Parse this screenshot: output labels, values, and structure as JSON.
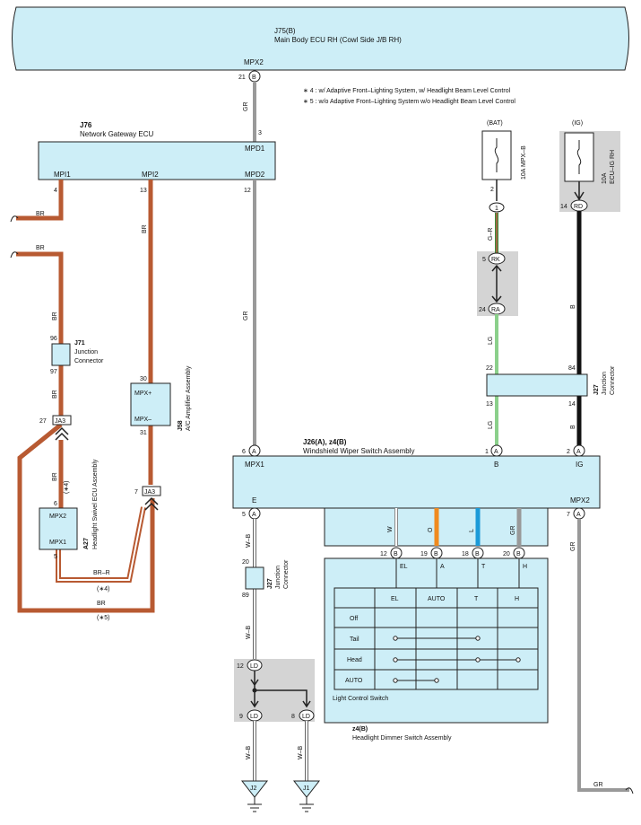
{
  "notes": {
    "n4": "∗ 4 : w/ Adaptive Front–Lighting System,  w/ Headlight Beam Level Control",
    "n5": "∗ 5 : w/o Adaptive Front–Lighting System w/o Headlight Beam Level Control"
  },
  "components": {
    "j75": {
      "ref": "J75(B)",
      "name": "Main Body ECU RH (Cowl Side J/B RH)",
      "pin_label": "MPX2",
      "pin": "21",
      "pin_conn": "B"
    },
    "j76": {
      "ref": "J76",
      "name": "Network Gateway ECU",
      "mpd1": "MPD1",
      "mpi1": "MPI1",
      "mpi2": "MPI2",
      "mpd2": "MPD2",
      "pin_mpd1": "3",
      "pin_mpi1": "4",
      "pin_mpi2": "13",
      "pin_mpd2": "12"
    },
    "j71": {
      "ref": "J71",
      "name1": "Junction",
      "name2": "Connector",
      "pin_top": "96",
      "pin_bot": "97"
    },
    "ja3_left": {
      "label": "JA3",
      "pin": "27"
    },
    "ja3_right": {
      "label": "JA3",
      "pin": "7"
    },
    "j58": {
      "ref": "J58",
      "name": "A/C Amplifier Assembly",
      "mpxp": "MPX+",
      "mpxm": "MPX–",
      "pin_top": "30",
      "pin_bot": "31"
    },
    "a27": {
      "ref": "A27",
      "name": "Headlight Swivel ECU Assembly",
      "mpx2": "MPX2",
      "mpx1": "MPX1",
      "pin_top": "6",
      "pin_bot": "5",
      "note": "(∗4)"
    },
    "bat": {
      "label": "(BAT)",
      "fuse": "10A MPX–B",
      "pin": "2",
      "conn_pin": "1"
    },
    "ig": {
      "label": "(IG)",
      "fuse1": "10A",
      "fuse2": "ECU–IG RH",
      "pin": "14",
      "conn": "RD"
    },
    "rk": {
      "pin": "5",
      "label": "RK"
    },
    "ra": {
      "pin": "24",
      "label": "RA"
    },
    "j27_right": {
      "ref": "J27",
      "name1": "Junction",
      "name2": "Connector",
      "p22": "22",
      "p13": "13",
      "p84": "84",
      "p14": "14"
    },
    "j26": {
      "ref": "J26(A), z4(B)",
      "name": "Windshield Wiper Switch Assembly",
      "mpx1": "MPX1",
      "b": "B",
      "ig": "IG",
      "e": "E",
      "mpx2": "MPX2",
      "p6": "6",
      "p1": "1",
      "p2": "2",
      "p5": "5",
      "p7": "7",
      "conn_a": "A"
    },
    "j27_left": {
      "ref": "J27",
      "name1": "Junction",
      "name2": "Connector",
      "p20": "20",
      "p89": "89"
    },
    "ld": {
      "p12": "12",
      "p9": "9",
      "p8": "8",
      "label": "LD"
    },
    "grounds": {
      "j2": "J2",
      "j1": "J1"
    },
    "z4b": {
      "ref": "z4(B)",
      "name": "Headlight Dimmer Switch Assembly",
      "light_ctrl": "Light Control Switch",
      "pins": [
        "12",
        "19",
        "18",
        "20"
      ],
      "pin_conn": "B",
      "terms": [
        "EL",
        "A",
        "T",
        "H"
      ]
    }
  },
  "wires": {
    "gr": "GR",
    "br": "BR",
    "wb": "W–B",
    "lg": "LG",
    "b": "B",
    "gr_r": "G–R",
    "br_r": "BR–R",
    "w": "W",
    "o": "O",
    "l": "L",
    "note4": "(∗4)",
    "note5": "(∗5)"
  },
  "table": {
    "headers": [
      "EL",
      "AUTO",
      "T",
      "H"
    ],
    "rows": [
      "Off",
      "Tail",
      "Head",
      "AUTO"
    ]
  },
  "colors": {
    "box_fill": "#cdeef7",
    "gray_wire": "#999999",
    "brown_wire": "#b85a32",
    "green_wire": "#8bd08b",
    "orange_wire": "#f08a1e",
    "blue_wire": "#1b9ad8",
    "black_wire": "#111111"
  }
}
